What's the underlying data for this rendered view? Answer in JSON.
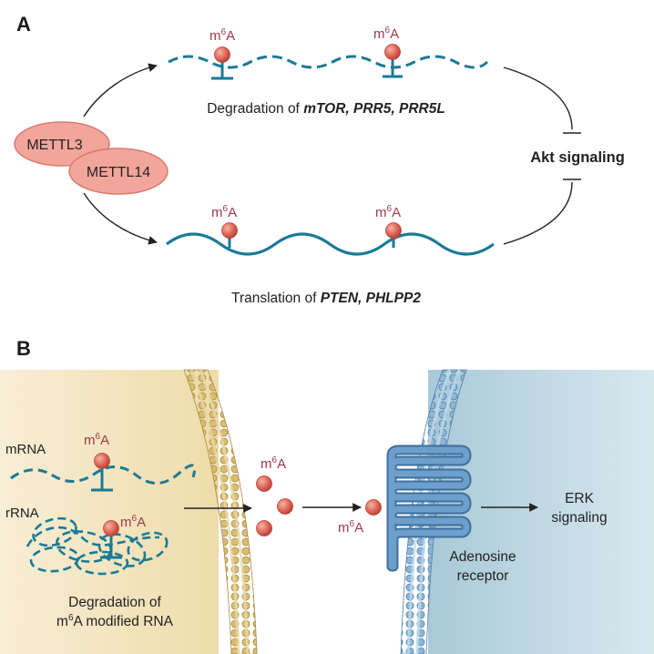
{
  "panel_a": {
    "label": "A",
    "enzymes": [
      "METTL3",
      "METTL14"
    ],
    "mark": "m",
    "mark_sup": "6",
    "mark_base": "A",
    "degradation_prefix": "Degradation of ",
    "degradation_targets": "mTOR, PRR5, PRR5L",
    "translation_prefix": "Translation of ",
    "translation_targets": "PTEN, PHLPP2",
    "pathway": "Akt signaling"
  },
  "panel_b": {
    "label": "B",
    "mrna": "mRNA",
    "rrna": "rRNA",
    "caption_line1": "Degradation of",
    "caption_line2_rest": "A modified RNA",
    "receptor_line1": "Adenosine",
    "receptor_line2": "receptor",
    "output_line1": "ERK",
    "output_line2": "signaling"
  },
  "colors": {
    "enzyme_fill": "#f2a69b",
    "enzyme_stroke": "#d97a6f",
    "rna": "#1a7a96",
    "m6a_ball": "#e1695c",
    "m6a_text": "#9c3a4a",
    "cell_left": "#f4e6c2",
    "cell_right": "#c7dde7",
    "membrane_left": "#c9ad62",
    "membrane_right": "#6e9ec3",
    "receptor": "#5c8fbf"
  }
}
